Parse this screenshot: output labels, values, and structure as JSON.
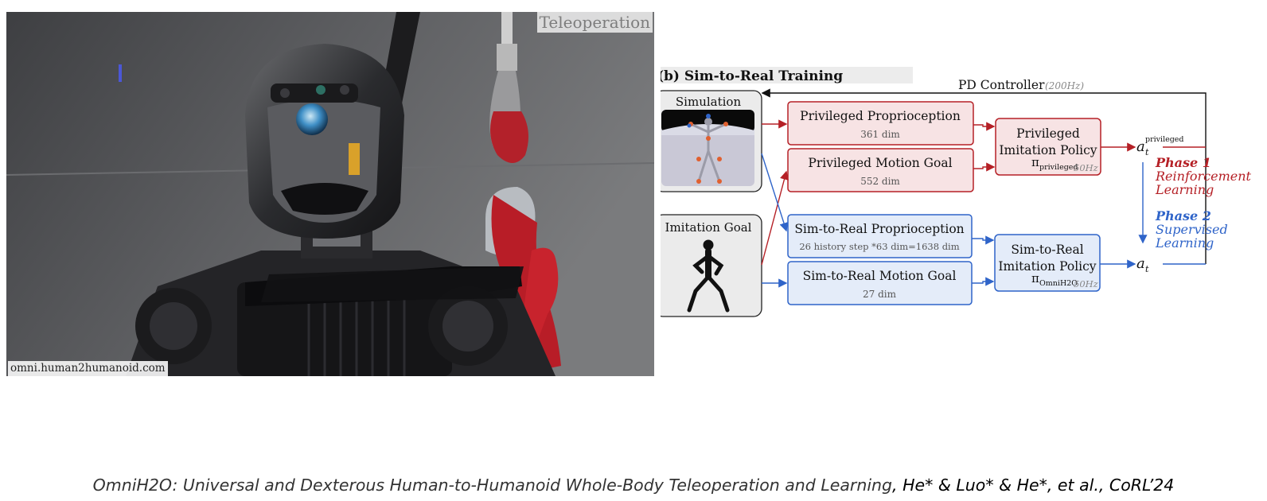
{
  "photo": {
    "top_label": "Teleoperation",
    "bottom_label": "omni.human2humanoid.com"
  },
  "diagram": {
    "section_title": "(b) Sim-to-Real Training",
    "pd_controller": "PD Controller",
    "pd_rate": "(200Hz)",
    "simulation_label": "Simulation",
    "imitation_goal_label": "Imitation Goal",
    "priv_proprio_title": "Privileged Proprioception",
    "priv_proprio_dim": "361 dim",
    "priv_motion_title": "Privileged Motion Goal",
    "priv_motion_dim": "552 dim",
    "s2r_proprio_title": "Sim-to-Real Proprioception",
    "s2r_proprio_dim": "26 history step *63 dim=1638 dim",
    "s2r_motion_title": "Sim-to-Real Motion Goal",
    "s2r_motion_dim": "27 dim",
    "priv_policy_line1": "Privileged",
    "priv_policy_line2": "Imitation Policy",
    "priv_policy_symbol": "π",
    "priv_policy_sub": "privileged",
    "priv_policy_rate": "50Hz",
    "s2r_policy_line1": "Sim-to-Real",
    "s2r_policy_line2": "Imitation Policy",
    "s2r_policy_symbol": "π",
    "s2r_policy_sub": "OmniH2O",
    "s2r_policy_rate": "50Hz",
    "action_symbol": "a",
    "action_sub": "t",
    "action_sup": "privileged",
    "phase1_title": "Phase 1",
    "phase1_line1": "Reinforcement",
    "phase1_line2": "Learning",
    "phase2_title": "Phase 2",
    "phase2_line1": "Supervised",
    "phase2_line2": "Learning",
    "colors": {
      "red": "#b52026",
      "red_fill": "#f7e3e4",
      "blue": "#2f64c9",
      "blue_fill": "#e4ecf9"
    }
  },
  "caption": {
    "title": "OmniH2O: Universal and Dexterous Human-to-Humanoid Whole-Body Teleoperation and Learning",
    "authors": ", He* & Luo* & He*, et al., CoRL’24"
  }
}
